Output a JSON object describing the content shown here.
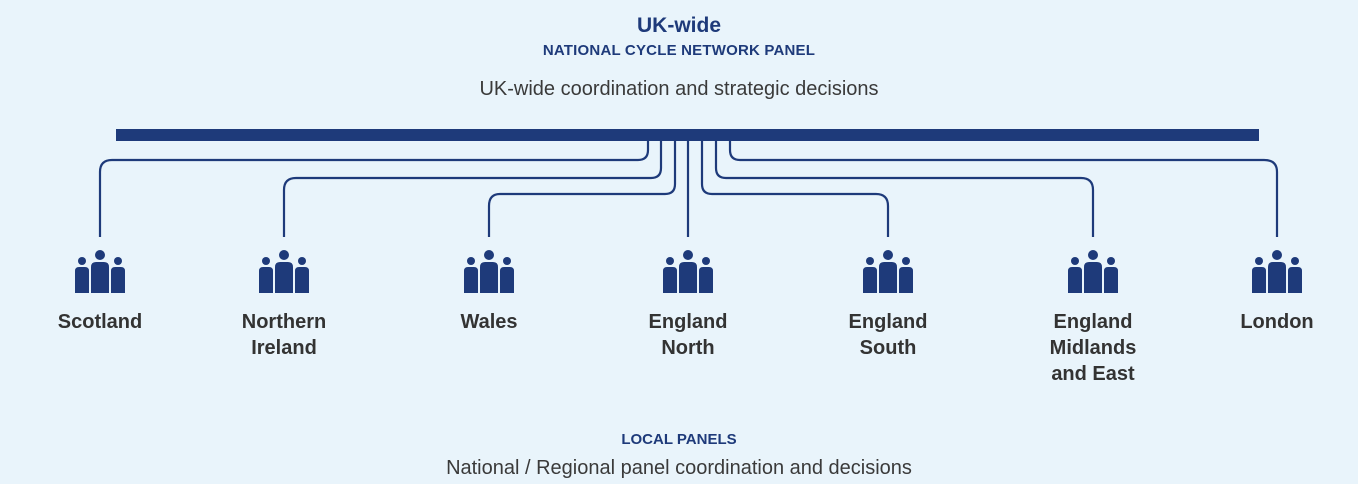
{
  "header": {
    "title": "UK-wide",
    "subtitle": "NATIONAL CYCLE NETWORK PANEL",
    "description": "UK-wide coordination and strategic decisions"
  },
  "panels": [
    {
      "name": "Scotland",
      "icon": "group-people-icon"
    },
    {
      "name": "Northern Ireland",
      "icon": "group-people-icon"
    },
    {
      "name": "Wales",
      "icon": "group-people-icon"
    },
    {
      "name": "England North",
      "icon": "group-people-icon"
    },
    {
      "name": "England South",
      "icon": "group-people-icon"
    },
    {
      "name": "England Midlands and East",
      "icon": "group-people-icon"
    },
    {
      "name": "London",
      "icon": "group-people-icon"
    }
  ],
  "footer": {
    "title": "LOCAL PANELS",
    "description": "National / Regional panel coordination and decisions"
  },
  "colors": {
    "primary": "#1e3a7a",
    "background": "#e9f4fb",
    "text": "#333333"
  }
}
